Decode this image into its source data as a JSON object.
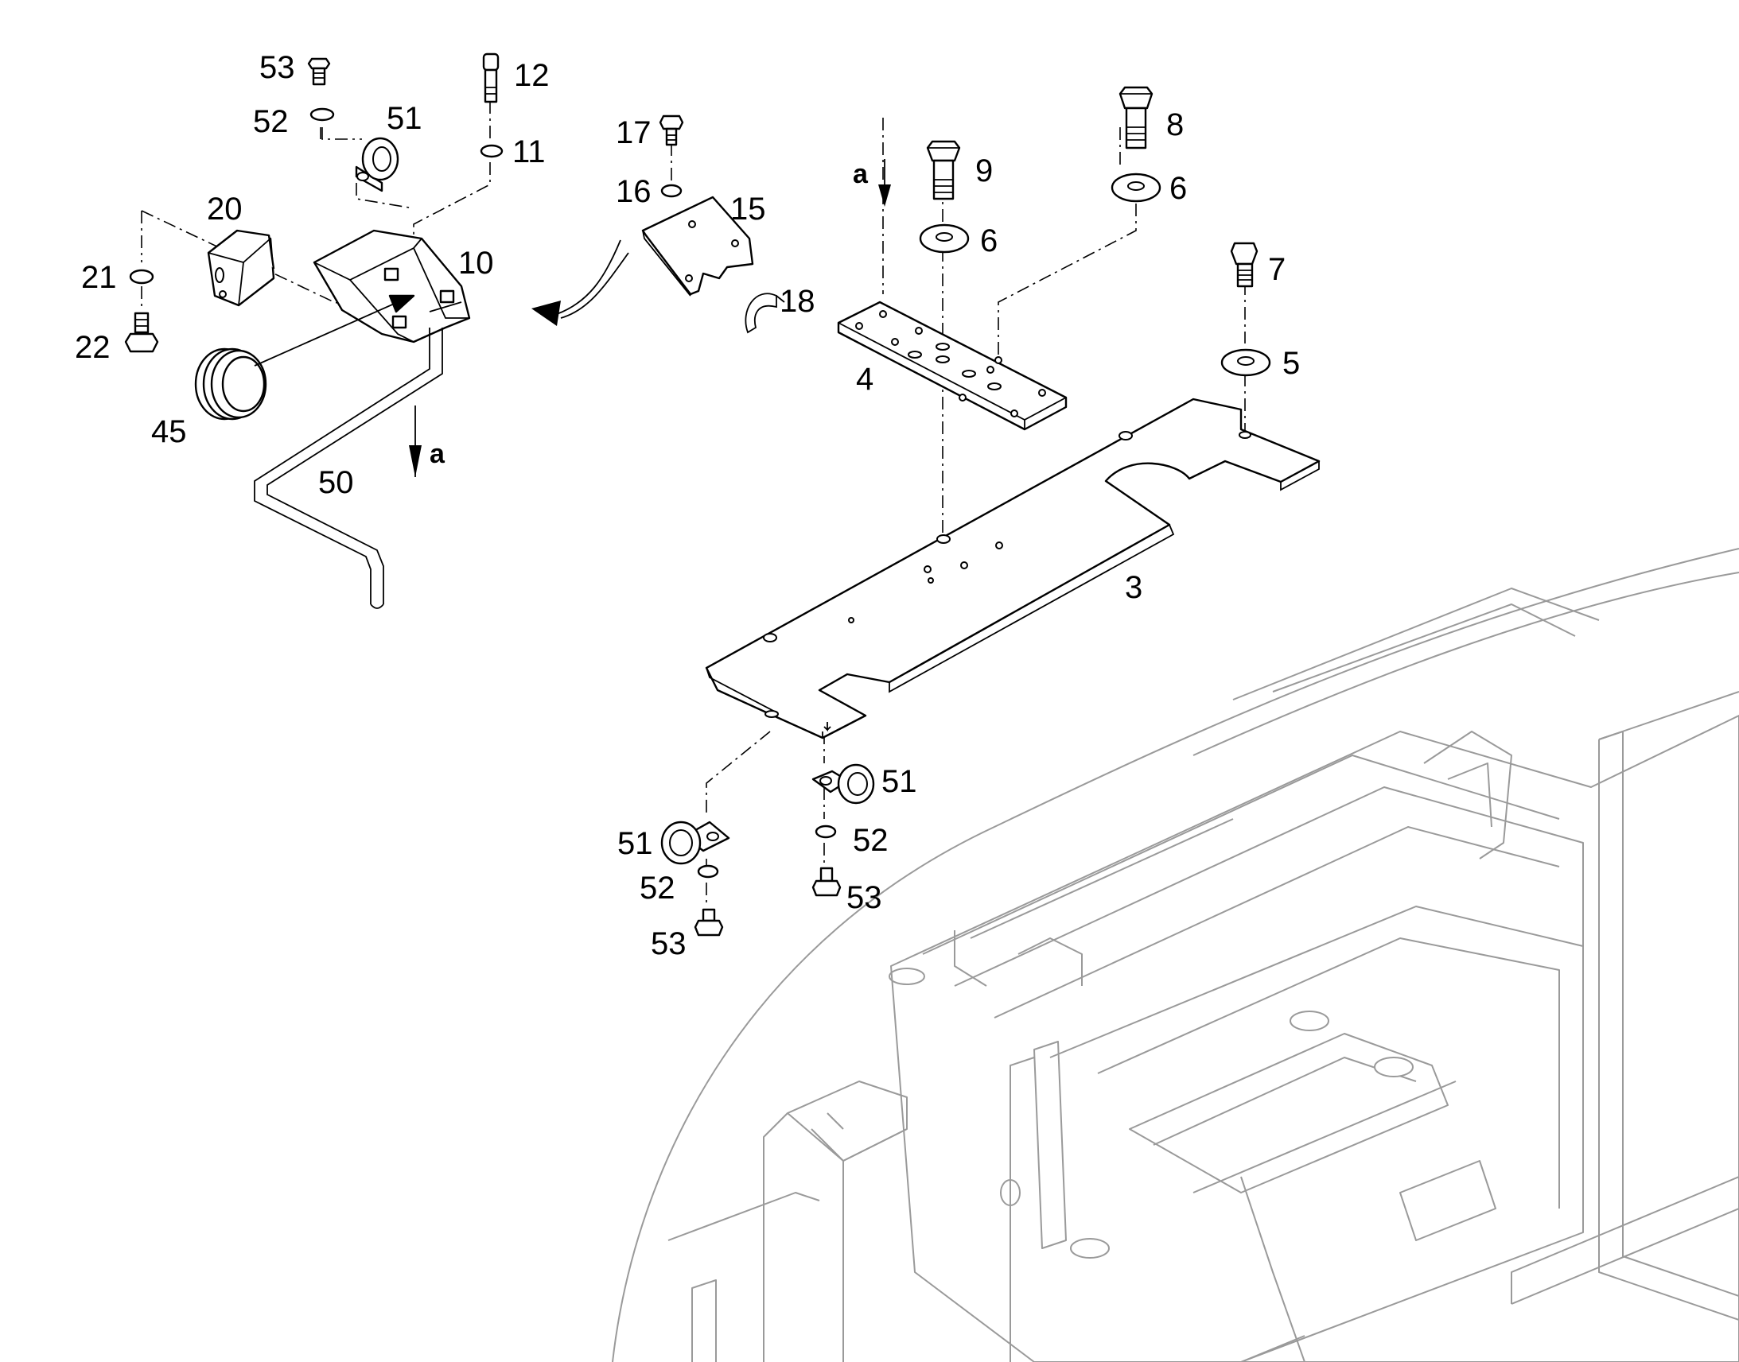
{
  "figure": {
    "background": "#ffffff",
    "line_color": "#000000",
    "machine_line_color": "#9a9a9a"
  },
  "callouts": {
    "p53_top": "53",
    "p52_top": "52",
    "p51_top": "51",
    "p12": "12",
    "p11": "11",
    "p20": "20",
    "p21": "21",
    "p22": "22",
    "p10": "10",
    "p45": "45",
    "p50": "50",
    "p17": "17",
    "p16": "16",
    "p15": "15",
    "p18": "18",
    "p9": "9",
    "p6_left": "6",
    "p8": "8",
    "p6_right": "6",
    "p7": "7",
    "p5": "5",
    "p4": "4",
    "p3": "3",
    "p51_mid": "51",
    "p52_mid": "52",
    "p53_mid": "53",
    "p51_low": "51",
    "p52_low": "52",
    "p53_low": "53",
    "view_a_left": "a",
    "view_a_right": "a"
  }
}
